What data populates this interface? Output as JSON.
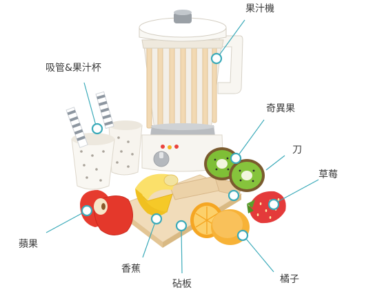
{
  "labels": {
    "blender": "果汁機",
    "straw_cups": "吸管&果汁杯",
    "kiwi": "奇異果",
    "knife": "刀",
    "strawberry": "草莓",
    "apple": "蘋果",
    "banana": "香蕉",
    "board": "砧板",
    "orange": "橘子"
  },
  "colors": {
    "callout": "#3aaab9",
    "label_text": "#3a3a3a",
    "wood": "#f1d9b4",
    "strawberry": "#e23a3a",
    "kiwi": "#6fae2f",
    "banana": "#f5c928",
    "orange": "#f5a623",
    "apple": "#e63b2e",
    "cup_white": "#f6f3ec"
  }
}
